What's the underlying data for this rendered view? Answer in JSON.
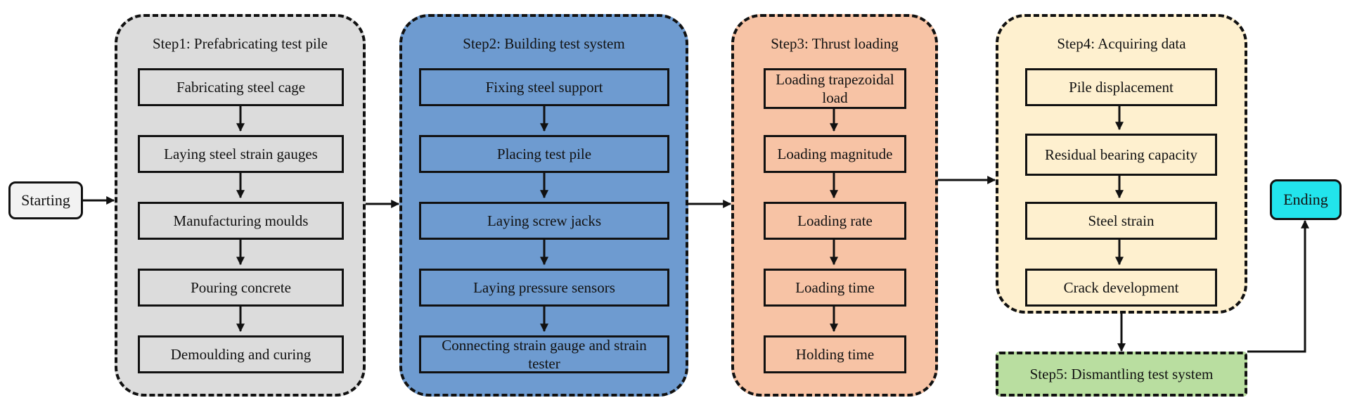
{
  "start": "Starting",
  "end": "Ending",
  "steps": [
    {
      "title": "Step1: Prefabricating test pile",
      "items": [
        "Fabricating steel cage",
        "Laying steel strain gauges",
        "Manufacturing moulds",
        "Pouring concrete",
        "Demoulding and curing"
      ]
    },
    {
      "title": "Step2: Building test system",
      "items": [
        "Fixing steel support",
        "Placing test pile",
        "Laying screw jacks",
        "Laying pressure sensors",
        "Connecting strain gauge and strain tester"
      ]
    },
    {
      "title": "Step3: Thrust loading",
      "items": [
        "Loading trapezoidal load",
        "Loading magnitude",
        "Loading rate",
        "Loading time",
        "Holding time"
      ]
    },
    {
      "title": "Step4: Acquiring data",
      "items": [
        "Pile displacement",
        "Residual bearing capacity",
        "Steel strain",
        "Crack development"
      ]
    },
    {
      "title": "Step5: Dismantling test system",
      "items": []
    }
  ],
  "colors": {
    "step1": "#dcdcdc",
    "step2": "#6e9bd0",
    "step3": "#f7c3a5",
    "step4": "#fef0cf",
    "step5": "#b9dea0",
    "start": "#f2f2f2",
    "end": "#22e4ec"
  }
}
